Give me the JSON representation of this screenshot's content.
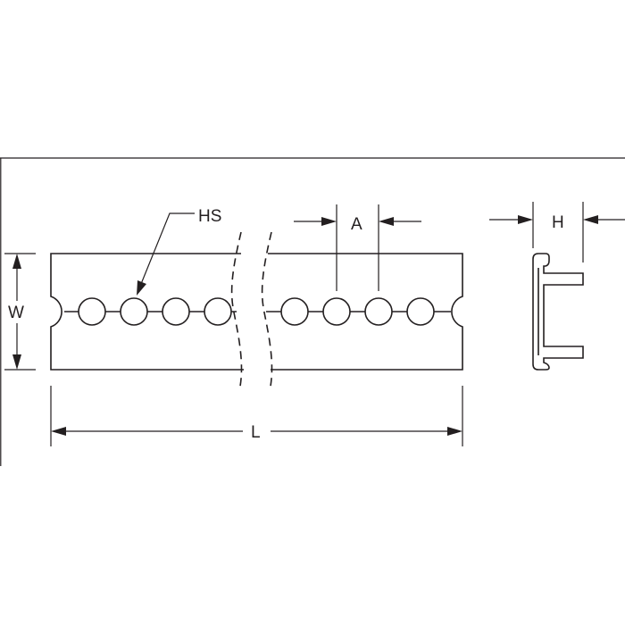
{
  "diagram": {
    "labels": {
      "hole_size": "HS",
      "hole_pitch": "A",
      "height": "H",
      "width": "W",
      "length": "L"
    },
    "colors": {
      "line": "#231f20",
      "background": "#ffffff"
    }
  }
}
